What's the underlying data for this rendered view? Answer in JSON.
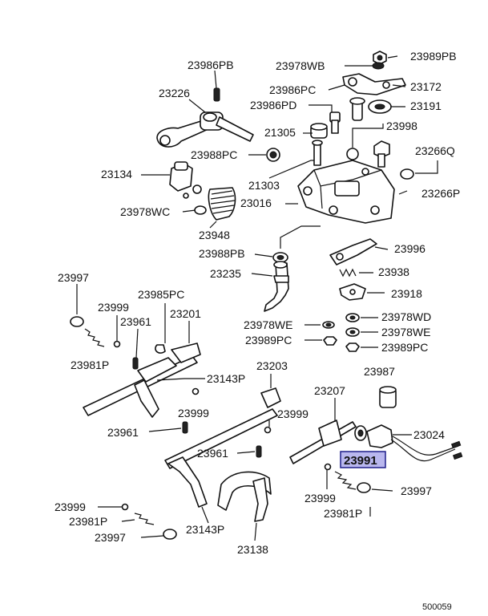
{
  "diagram": {
    "reference_number": "500059",
    "highlighted_label": "23991",
    "labels": {
      "p23986PB": "23986PB",
      "p23978WB": "23978WB",
      "p23989PB": "23989PB",
      "p23226": "23226",
      "p23986PC": "23986PC",
      "p23172": "23172",
      "p23986PD": "23986PD",
      "p23191": "23191",
      "p21305": "21305",
      "p23998": "23998",
      "p23988PC_top": "23988PC",
      "p23266Q": "23266Q",
      "p23134": "23134",
      "p21303": "21303",
      "p23266P": "23266P",
      "p23978WC": "23978WC",
      "p23016": "23016",
      "p23948": "23948",
      "p23996": "23996",
      "p23988PB": "23988PB",
      "p23938": "23938",
      "p23997_left": "23997",
      "p23235": "23235",
      "p23918": "23918",
      "p23985PC": "23985PC",
      "p23999_a": "23999",
      "p23978WD": "23978WD",
      "p23961_a": "23961",
      "p23201": "23201",
      "p23978WE_left": "23978WE",
      "p23978WE_right": "23978WE",
      "p23989PC_left": "23989PC",
      "p23989PC_right": "23989PC",
      "p23981P_a": "23981P",
      "p23143P_a": "23143P",
      "p23203": "23203",
      "p23987": "23987",
      "p23207": "23207",
      "p23999_b": "23999",
      "p23999_c": "23999",
      "p23961_b": "23961",
      "p23024": "23024",
      "p23961_c": "23961",
      "p23999_d": "23999",
      "p23997_right": "23997",
      "p23999_e": "23999",
      "p23981P_b": "23981P",
      "p23981P_c": "23981P",
      "p23997_bottom": "23997",
      "p23143P_b": "23143P",
      "p23138": "23138"
    }
  }
}
